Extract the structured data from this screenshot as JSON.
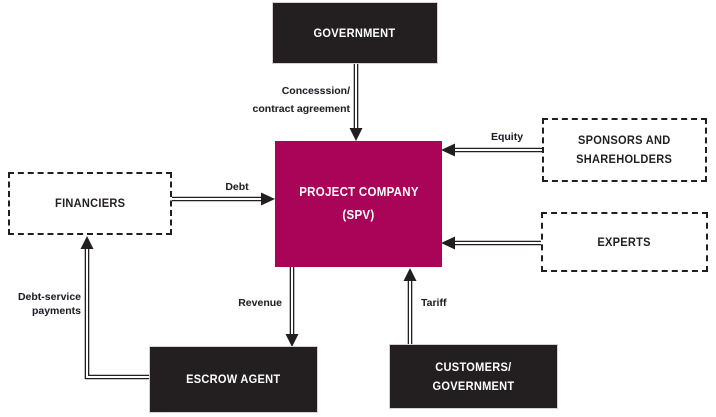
{
  "diagram": {
    "description": "Project finance structure diagram centered on a special purpose vehicle (SPV)",
    "colors": {
      "accent_box": "#a90458",
      "dark_box": "#231f20",
      "line": "#231f20",
      "background": "#ffffff"
    },
    "boxes": {
      "government": {
        "label": "GOVERNMENT"
      },
      "project_company": {
        "line1": "PROJECT COMPANY",
        "line2": "(SPV)"
      },
      "sponsors": {
        "line1": "SPONSORS AND",
        "line2": "SHAREHOLDERS"
      },
      "experts": {
        "label": "EXPERTS"
      },
      "financiers": {
        "label": "FINANCIERS"
      },
      "escrow_agent": {
        "label": "ESCROW AGENT"
      },
      "customers_government": {
        "line1": "CUSTOMERS/",
        "line2": "GOVERNMENT"
      }
    },
    "edge_labels": {
      "concession": {
        "line1": "Concesssion/",
        "line2": "contract agreement"
      },
      "equity": "Equity",
      "debt": "Debt",
      "revenue": "Revenue",
      "tariff": "Tariff",
      "debt_service": {
        "line1": "Debt-service",
        "line2": "payments"
      }
    }
  }
}
